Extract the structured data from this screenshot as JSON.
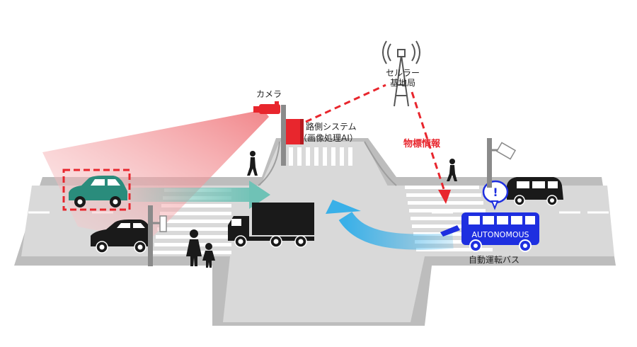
{
  "labels": {
    "camera": "カメラ",
    "roadside_system_line1": "路側システム",
    "roadside_system_line2": "（画像処理AI）",
    "cell_tower_line1": "セルラー",
    "cell_tower_line2": "基地局",
    "object_info": "物標情報",
    "bus_caption": "自動運転バス",
    "bus_text": "AUTONOMOUS",
    "alert_symbol": "!"
  },
  "colors": {
    "road": "#d9d9d9",
    "sidewalk": "#bdbdbd",
    "lane_marking": "#ffffff",
    "camera_red": "#e8262d",
    "camera_cone": "#f6c9cc",
    "detection_box": "#e8262d",
    "teal_car": "#2a8c7c",
    "bus_blue": "#1e2fe0",
    "flow_arrow_blue": "#3ab0e8",
    "flow_arrow_teal": "#6fc2b6",
    "dark_vehicle": "#1a1a1a"
  },
  "icons": [
    "camera-icon",
    "cell-tower-icon",
    "traffic-signal-icon",
    "pedestrian-icon",
    "alert-bubble-icon"
  ]
}
